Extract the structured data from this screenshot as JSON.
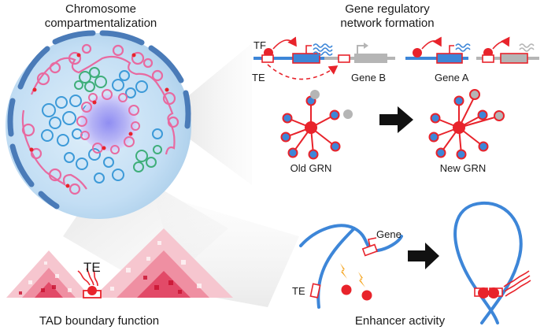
{
  "panels": {
    "compartment": {
      "title_line1": "Chromosome",
      "title_line2": "compartmentalization"
    },
    "grn": {
      "title_line1": "Gene regulatory",
      "title_line2": "network formation",
      "tf_label": "TF",
      "te_label": "TE",
      "gene_b_label": "Gene B",
      "gene_a_label": "Gene A",
      "old_label": "Old GRN",
      "new_label": "New GRN"
    },
    "tad": {
      "title": "TAD boundary function",
      "te_label": "TE"
    },
    "enhancer": {
      "title": "Enhancer activity",
      "gene_label": "Gene",
      "te_label": "TE"
    }
  },
  "colors": {
    "red": "#e8232b",
    "blue": "#3d86d8",
    "gray": "#b5b5b5",
    "pink": "#e86aa0",
    "black": "#111111"
  }
}
